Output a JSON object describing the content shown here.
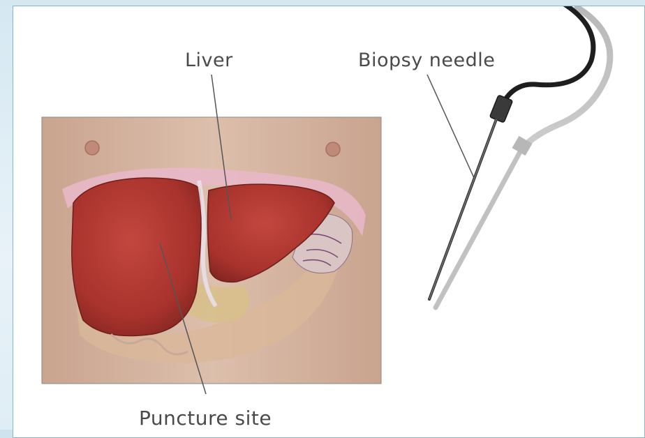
{
  "labels": {
    "liver": "Liver",
    "biopsy_needle": "Biopsy needle",
    "puncture_site": "Puncture site"
  },
  "colors": {
    "background": "#d5e8f2",
    "panel_border": "#7fb9cf",
    "skin": "#d8b8a4",
    "liver": "#a8322c",
    "membrane": "#e8b8c8",
    "needle": "#3a3a3a",
    "label_text": "#4a4a4a"
  }
}
